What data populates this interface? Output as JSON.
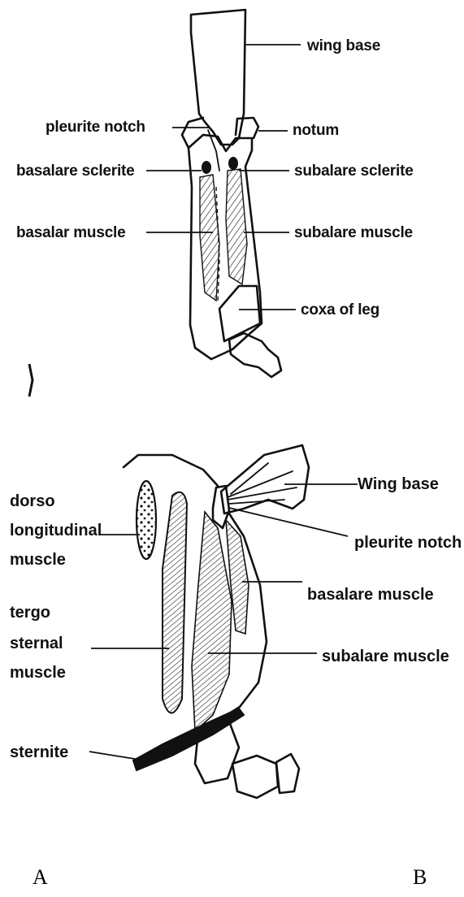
{
  "figure_a": {
    "labels": {
      "wing_base": "wing base",
      "pleurite_notch": "pleurite notch",
      "notum": "notum",
      "basalare_sclerite": "basalare sclerite",
      "subalare_sclerite": "subalare sclerite",
      "basalar_muscle": "basalar muscle",
      "subalare_muscle": "subalare muscle",
      "coxa_of_leg": "coxa of leg"
    },
    "caption": "A"
  },
  "figure_b": {
    "labels": {
      "wing_base": "Wing base",
      "pleurite_notch": "pleurite notch",
      "dorso": "dorso",
      "longitudinal": "longitudinal",
      "muscle_1": "muscle",
      "basalare_muscle": "basalare muscle",
      "tergo": "tergo",
      "sternal": "sternal",
      "muscle_2": "muscle",
      "subalare_muscle": "subalare muscle",
      "sternite": "sternite"
    },
    "caption": "B"
  }
}
